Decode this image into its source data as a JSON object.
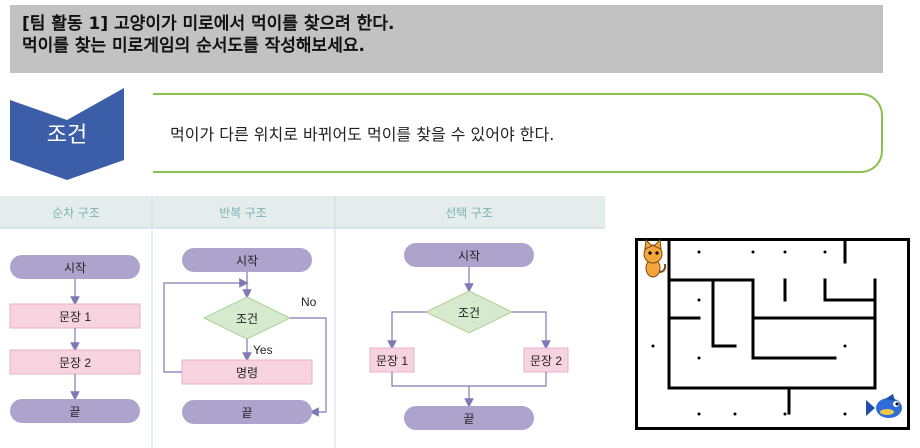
{
  "header": {
    "line1": "[팀 활동 1] 고양이가 미로에서 먹이를 찾으려 한다.",
    "line2": "먹이를 찾는 미로게임의 순서도를 작성해보세요."
  },
  "condition": {
    "label": "조건",
    "text": "먹이가 다른 위치로 바뀌어도 먹이를 찾을 수 있어야 한다."
  },
  "flowcharts": {
    "sequence": {
      "title": "순차 구조",
      "start": "시작",
      "stmt1": "문장 1",
      "stmt2": "문장 2",
      "end": "끝"
    },
    "loop": {
      "title": "반복 구조",
      "start": "시작",
      "cond": "조건",
      "no": "No",
      "yes": "Yes",
      "cmd": "명령",
      "end": "끝"
    },
    "selection": {
      "title": "선택 구조",
      "start": "시작",
      "cond": "조건",
      "stmt1": "문장 1",
      "stmt2": "문장 2",
      "end": "끝"
    }
  },
  "colors": {
    "header_bg": "#c2c2c2",
    "chevron": "#3c5ea8",
    "condition_border": "#8cc152",
    "terminal": "#aea3cc",
    "statement": "#f7d3e0",
    "decision": "#d6ebcd",
    "table_header": "#e5ecec"
  },
  "maze": {
    "start_icon": "cat-icon",
    "goal_icon": "fish-icon"
  }
}
